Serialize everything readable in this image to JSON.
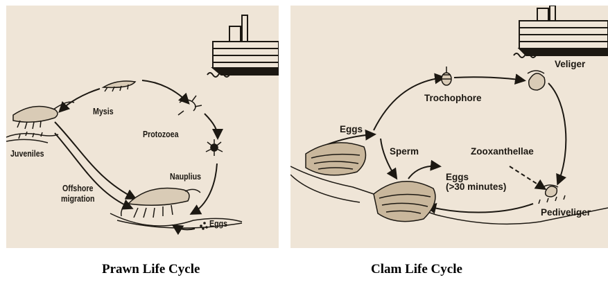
{
  "prawn": {
    "caption": "Prawn Life Cycle",
    "labels": {
      "mysis": "Mysis",
      "protozoea": "Protozoea",
      "nauplius": "Nauplius",
      "juveniles": "Juveniles",
      "offshore_1": "Offshore",
      "offshore_2": "migration",
      "eggs": "Eggs"
    }
  },
  "clam": {
    "caption": "Clam Life Cycle",
    "labels": {
      "trochophore": "Trochophore",
      "veliger": "Veliger",
      "eggs_top": "Eggs",
      "sperm": "Sperm",
      "zooxanthellae": "Zooxanthellae",
      "eggs_mid": "Eggs",
      "eggs_time": "(>30 minutes)",
      "pediveliger": "Pediveliger"
    }
  },
  "colors": {
    "panel_bg": "#efe5d7",
    "ink": "#1c1812"
  }
}
